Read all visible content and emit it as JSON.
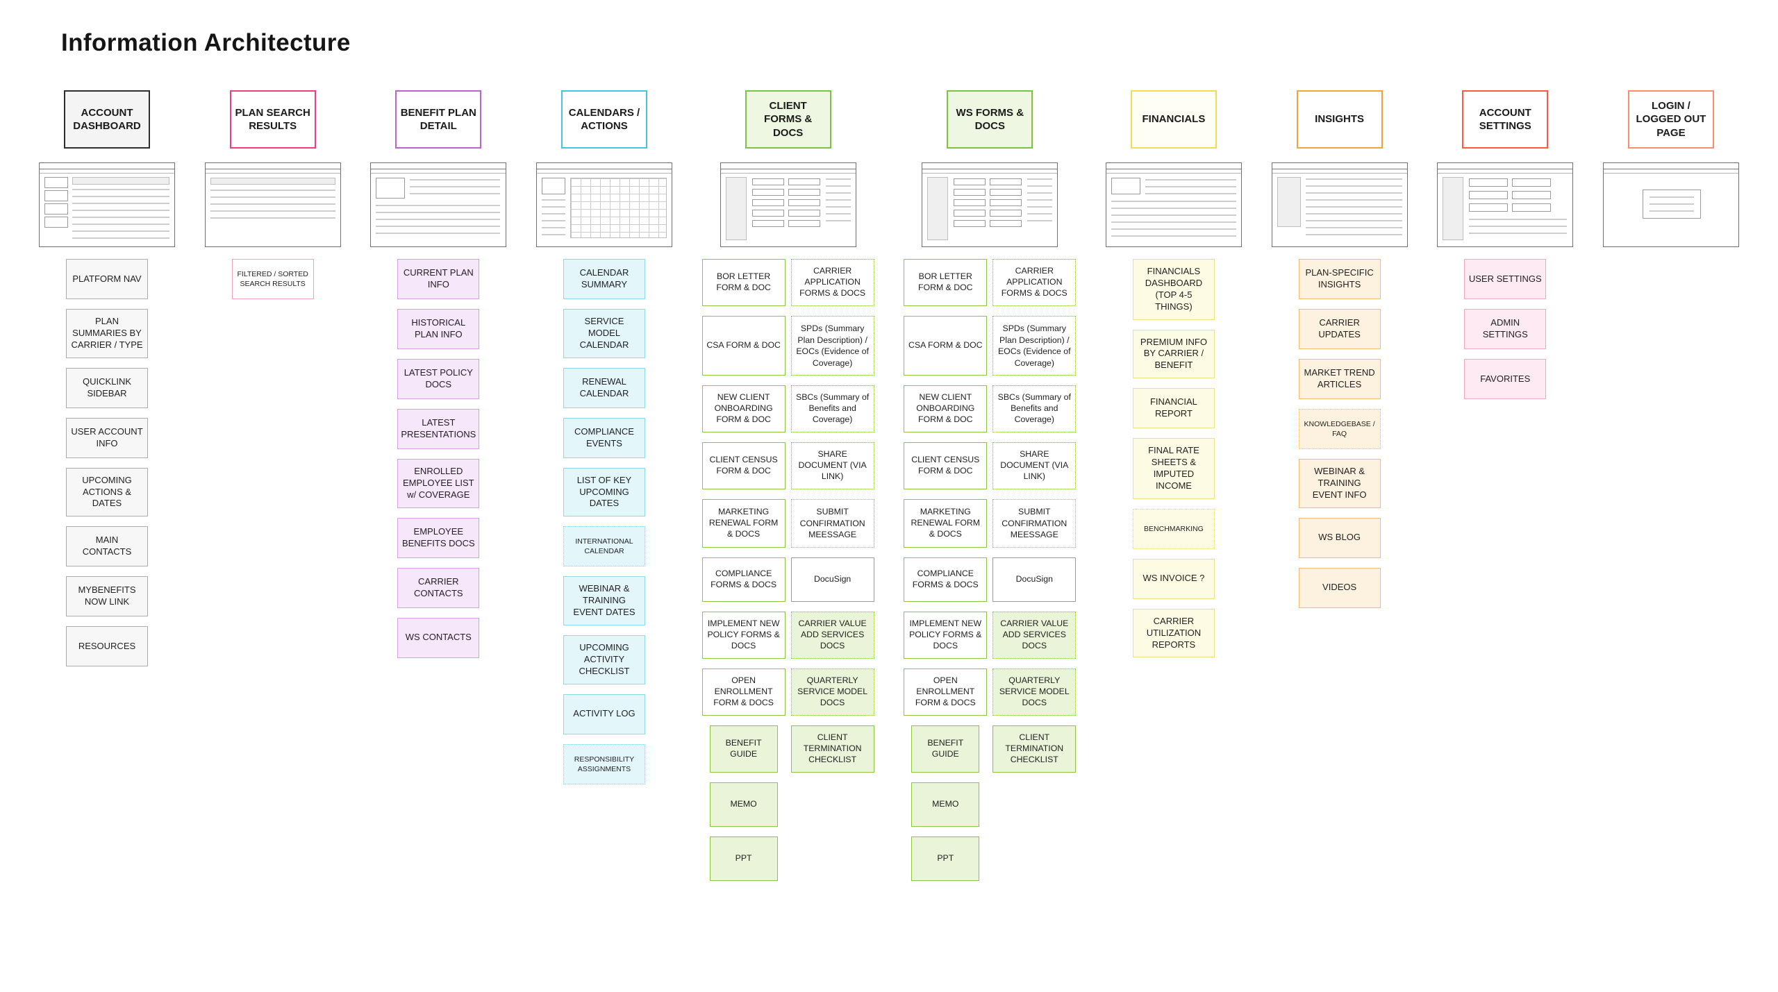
{
  "title": "Information Architecture",
  "columns": [
    {
      "id": "account-dashboard",
      "label": "ACCOUNT DASHBOARD",
      "accent": "#2d2d2d",
      "header_fill": "#f4f4f4",
      "item_border": "#ababab",
      "item_fill": "#f7f7f7",
      "item_fill_strong": "#ededed",
      "wireframe": "dashboard",
      "items": [
        {
          "label": "PLATFORM NAV"
        },
        {
          "label": "PLAN SUMMARIES BY CARRIER / TYPE"
        },
        {
          "label": "QUICKLINK SIDEBAR"
        },
        {
          "label": "USER ACCOUNT INFO"
        },
        {
          "label": "UPCOMING ACTIONS & DATES"
        },
        {
          "label": "MAIN CONTACTS"
        },
        {
          "label": "MYBENEFITS NOW LINK"
        },
        {
          "label": "RESOURCES"
        }
      ]
    },
    {
      "id": "plan-search-results",
      "label": "PLAN SEARCH RESULTS",
      "accent": "#ee3d7f",
      "header_fill": "#ffffff",
      "item_border": "#f3a0bf",
      "item_fill": "#ffffff",
      "item_fill_strong": "#fde9f1",
      "wireframe": "table",
      "items": [
        {
          "label": "FILTERED / SORTED SEARCH RESULTS",
          "small": true
        }
      ]
    },
    {
      "id": "benefit-plan-detail",
      "label": "BENEFIT PLAN DETAIL",
      "accent": "#bd63ce",
      "header_fill": "#ffffff",
      "item_border": "#d4a0e0",
      "item_fill": "#f6e7fa",
      "item_fill_strong": "#f6e7fa",
      "wireframe": "detail",
      "items": [
        {
          "label": "CURRENT PLAN INFO",
          "variant": "filled"
        },
        {
          "label": "HISTORICAL PLAN INFO",
          "variant": "filled"
        },
        {
          "label": "LATEST POLICY DOCS",
          "variant": "filled"
        },
        {
          "label": "LATEST PRESENTATIONS",
          "variant": "filled"
        },
        {
          "label": "ENROLLED EMPLOYEE LIST w/ COVERAGE",
          "variant": "filled"
        },
        {
          "label": "EMPLOYEE BENEFITS DOCS",
          "variant": "filled"
        },
        {
          "label": "CARRIER CONTACTS",
          "variant": "filled"
        },
        {
          "label": "WS CONTACTS",
          "variant": "filled"
        }
      ]
    },
    {
      "id": "calendars-actions",
      "label": "CALENDARS / ACTIONS",
      "accent": "#45c4dd",
      "header_fill": "#ffffff",
      "item_border": "#8cd9e7",
      "item_fill": "#e3f6fa",
      "item_fill_strong": "#e3f6fa",
      "wireframe": "calendar",
      "items": [
        {
          "label": "CALENDAR SUMMARY",
          "variant": "filled"
        },
        {
          "label": "SERVICE MODEL CALENDAR",
          "variant": "filled"
        },
        {
          "label": "RENEWAL CALENDAR",
          "variant": "filled"
        },
        {
          "label": "COMPLIANCE EVENTS",
          "variant": "filled"
        },
        {
          "label": "LIST OF KEY UPCOMING DATES",
          "variant": "filled"
        },
        {
          "label": "INTERNATIONAL CALENDAR",
          "variant": "dotted-filled",
          "small": true
        },
        {
          "label": "WEBINAR & TRAINING EVENT DATES",
          "variant": "filled"
        },
        {
          "label": "UPCOMING ACTIVITY CHECKLIST",
          "variant": "filled"
        },
        {
          "label": "ACTIVITY LOG",
          "variant": "filled"
        },
        {
          "label": "RESPONSIBILITY ASSIGNMENTS",
          "variant": "dotted-filled",
          "small": true
        }
      ]
    },
    {
      "id": "client-forms-docs",
      "label": "CLIENT FORMS & DOCS",
      "accent": "#7dc242",
      "header_fill": "#eef7e2",
      "item_border": "#8cc63f",
      "item_fill": "#ffffff",
      "item_fill_strong": "#e9f4d8",
      "wireframe": "docs",
      "items_left": [
        {
          "label": "BOR LETTER FORM & DOC"
        },
        {
          "label": "CSA FORM & DOC"
        },
        {
          "label": "NEW CLIENT ONBOARDING FORM & DOC"
        },
        {
          "label": "CLIENT CENSUS FORM & DOC"
        },
        {
          "label": "MARKETING RENEWAL FORM & DOCS"
        },
        {
          "label": "COMPLIANCE FORMS & DOCS"
        },
        {
          "label": "IMPLEMENT NEW POLICY FORMS & DOCS"
        },
        {
          "label": "OPEN ENROLLMENT FORM & DOCS"
        },
        {
          "label": "BENEFIT GUIDE",
          "variant": "filled",
          "narrow": true
        },
        {
          "label": "MEMO",
          "variant": "filled",
          "narrow": true
        },
        {
          "label": "PPT",
          "variant": "filled",
          "narrow": true
        }
      ],
      "items_right": [
        {
          "label": "CARRIER APPLICATION FORMS & DOCS",
          "variant": "dotted"
        },
        {
          "label": "SPDs (Summary Plan Description) / EOCs (Evidence of Coverage)",
          "variant": "dotted",
          "small": true
        },
        {
          "label": "SBCs (Summary of Benefits and Coverage)",
          "variant": "dotted"
        },
        {
          "label": "SHARE DOCUMENT (VIA LINK)",
          "variant": "dotted"
        },
        {
          "label": "SUBMIT CONFIRMATION MEESSAGE",
          "variant": "gray-dotted",
          "small": true
        },
        {
          "label": "DocuSign",
          "variant": "gray"
        },
        {
          "label": "CARRIER VALUE ADD SERVICES DOCS",
          "variant": "dotted-filled"
        },
        {
          "label": "QUARTERLY SERVICE MODEL DOCS",
          "variant": "dotted-filled"
        },
        {
          "label": "CLIENT TERMINATION CHECKLIST",
          "variant": "filled"
        }
      ]
    },
    {
      "id": "ws-forms-docs",
      "label": "WS FORMS & DOCS",
      "accent": "#7dc242",
      "header_fill": "#eef7e2",
      "item_border": "#8cc63f",
      "item_fill": "#ffffff",
      "item_fill_strong": "#e9f4d8",
      "wireframe": "docs",
      "items_left": [
        {
          "label": "BOR LETTER FORM & DOC"
        },
        {
          "label": "CSA FORM & DOC"
        },
        {
          "label": "NEW CLIENT ONBOARDING FORM & DOC"
        },
        {
          "label": "CLIENT CENSUS FORM & DOC"
        },
        {
          "label": "MARKETING RENEWAL FORM & DOCS"
        },
        {
          "label": "COMPLIANCE FORMS & DOCS"
        },
        {
          "label": "IMPLEMENT NEW POLICY FORMS & DOCS"
        },
        {
          "label": "OPEN ENROLLMENT FORM & DOCS"
        },
        {
          "label": "BENEFIT GUIDE",
          "variant": "filled",
          "narrow": true
        },
        {
          "label": "MEMO",
          "variant": "filled",
          "narrow": true
        },
        {
          "label": "PPT",
          "variant": "filled",
          "narrow": true
        }
      ],
      "items_right": [
        {
          "label": "CARRIER APPLICATION FORMS & DOCS",
          "variant": "dotted"
        },
        {
          "label": "SPDs (Summary Plan Description) / EOCs (Evidence of Coverage)",
          "variant": "dotted",
          "small": true
        },
        {
          "label": "SBCs (Summary of Benefits and Coverage)",
          "variant": "dotted"
        },
        {
          "label": "SHARE DOCUMENT (VIA LINK)",
          "variant": "dotted"
        },
        {
          "label": "SUBMIT CONFIRMATION MEESSAGE",
          "variant": "gray-dotted",
          "small": true
        },
        {
          "label": "DocuSign",
          "variant": "gray"
        },
        {
          "label": "CARRIER VALUE ADD SERVICES DOCS",
          "variant": "dotted-filled"
        },
        {
          "label": "QUARTERLY SERVICE MODEL DOCS",
          "variant": "dotted-filled"
        },
        {
          "label": "CLIENT TERMINATION CHECKLIST",
          "variant": "filled"
        }
      ]
    },
    {
      "id": "financials",
      "label": "FINANCIALS",
      "accent": "#f0dd55",
      "header_fill": "#fffef5",
      "item_border": "#ede085",
      "item_fill": "#fdfbe4",
      "item_fill_strong": "#fdfbe4",
      "wireframe": "financial",
      "items": [
        {
          "label": "FINANCIALS DASHBOARD (TOP 4-5 THINGS)",
          "variant": "filled"
        },
        {
          "label": "PREMIUM INFO BY CARRIER / BENEFIT",
          "variant": "filled"
        },
        {
          "label": "FINANCIAL REPORT",
          "variant": "filled"
        },
        {
          "label": "FINAL RATE SHEETS & IMPUTED INCOME",
          "variant": "filled"
        },
        {
          "label": "BENCHMARKING",
          "variant": "dotted-filled",
          "small": true
        },
        {
          "label": "WS INVOICE ?",
          "variant": "filled"
        },
        {
          "label": "CARRIER UTILIZATION REPORTS",
          "variant": "filled"
        }
      ]
    },
    {
      "id": "insights",
      "label": "INSIGHTS",
      "accent": "#f2a33c",
      "header_fill": "#ffffff",
      "item_border": "#f5bd74",
      "item_fill": "#fdf2df",
      "item_fill_strong": "#fdf2df",
      "wireframe": "list",
      "items": [
        {
          "label": "PLAN-SPECIFIC INSIGHTS",
          "variant": "filled"
        },
        {
          "label": "CARRIER UPDATES",
          "variant": "filled"
        },
        {
          "label": "MARKET TREND ARTICLES",
          "variant": "filled"
        },
        {
          "label": "KNOWLEDGEBASE / FAQ",
          "variant": "dotted-filled",
          "small": true
        },
        {
          "label": "WEBINAR & TRAINING EVENT INFO",
          "variant": "filled"
        },
        {
          "label": "WS BLOG",
          "variant": "filled"
        },
        {
          "label": "VIDEOS",
          "variant": "filled"
        }
      ]
    },
    {
      "id": "account-settings",
      "label": "ACCOUNT SETTINGS",
      "accent": "#fb5a3d",
      "header_fill": "#ffffff",
      "item_border": "#f2a7c2",
      "item_fill": "#fdeaf2",
      "item_fill_strong": "#fdeaf2",
      "wireframe": "settings",
      "items": [
        {
          "label": "USER SETTINGS",
          "variant": "filled"
        },
        {
          "label": "ADMIN SETTINGS",
          "variant": "filled"
        },
        {
          "label": "FAVORITES",
          "variant": "filled"
        }
      ]
    },
    {
      "id": "login-logged-out-page",
      "label": "LOGIN / LOGGED OUT PAGE",
      "accent": "#fb8d6d",
      "header_fill": "#ffffff",
      "item_border": "#fb8d6d",
      "item_fill": "#ffffff",
      "item_fill_strong": "#ffffff",
      "wireframe": "login",
      "items": []
    }
  ]
}
